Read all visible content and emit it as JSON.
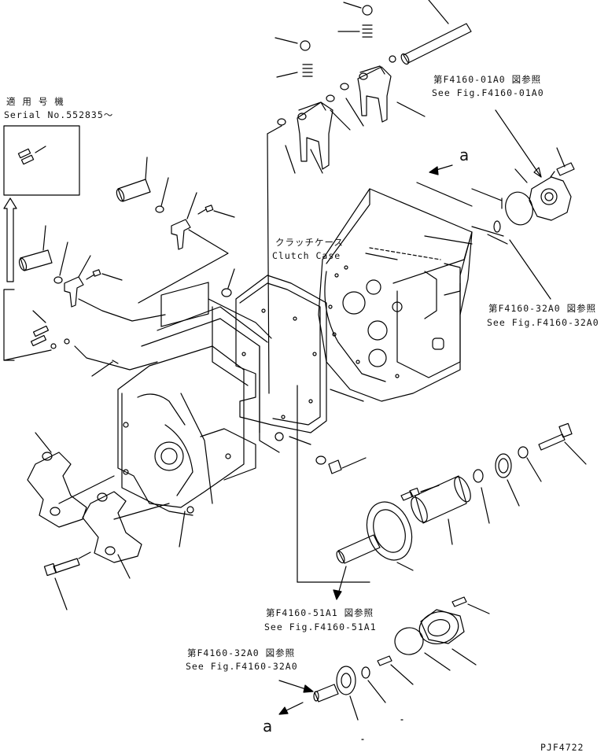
{
  "serial_note": {
    "title": "適 用 号 機",
    "serial": "Serial No.552835～"
  },
  "clutch_case": {
    "jp": "クラッチケース",
    "en": "Clutch Case"
  },
  "references": [
    {
      "jp": "第F4160-01A0 図参照",
      "en": "See Fig.F4160-01A0"
    },
    {
      "jp": "第F4160-32A0 図参照",
      "en": "See Fig.F4160-32A0"
    },
    {
      "jp": "第F4160-51A1 図参照",
      "en": "See Fig.F4160-51A1"
    },
    {
      "jp": "第F4160-32A0 図参照",
      "en": "See Fig.F4160-32A0"
    }
  ],
  "connection_marker": "a",
  "drawing_number": "PJF4722"
}
